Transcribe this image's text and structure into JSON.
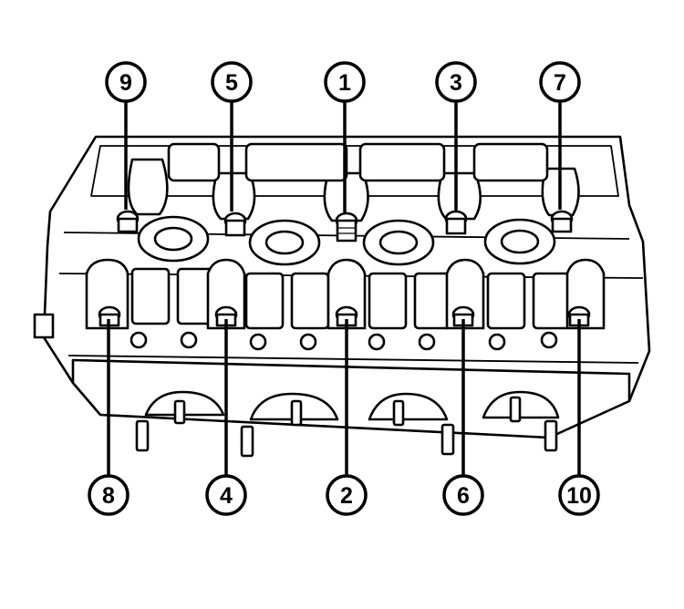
{
  "callouts": {
    "top": [
      "9",
      "5",
      "1",
      "3",
      "7"
    ],
    "bottom": [
      "8",
      "4",
      "2",
      "6",
      "10"
    ]
  },
  "colors": {
    "line": "#000000",
    "background": "#ffffff"
  }
}
